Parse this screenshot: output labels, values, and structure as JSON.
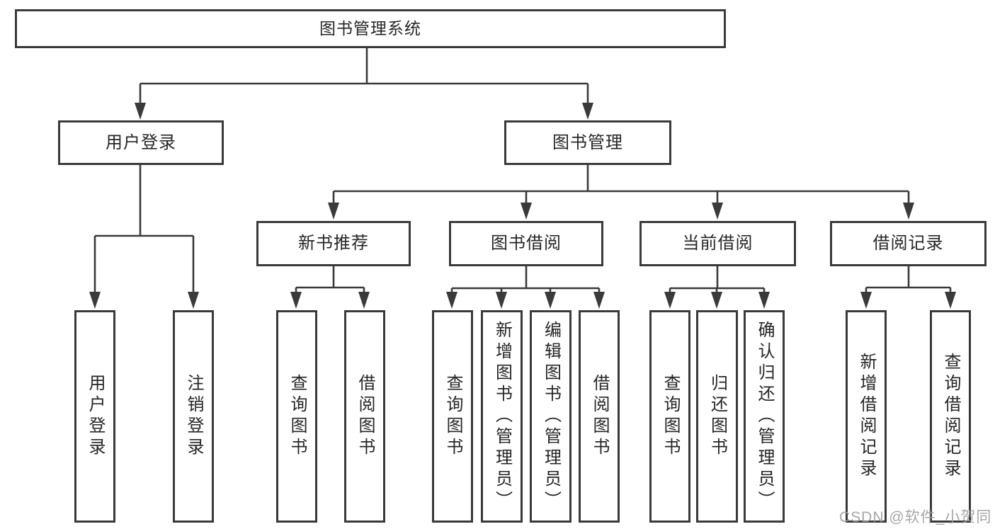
{
  "tree": {
    "root": {
      "label": "图书管理系统"
    },
    "branches": [
      {
        "label": "用户登录",
        "children": [
          {
            "label": "用户登录"
          },
          {
            "label": "注销登录"
          }
        ]
      },
      {
        "label": "图书管理",
        "children": [
          {
            "label": "新书推荐",
            "children": [
              {
                "label": "查询图书"
              },
              {
                "label": "借阅图书"
              }
            ]
          },
          {
            "label": "图书借阅",
            "children": [
              {
                "label": "查询图书"
              },
              {
                "label": "新增图书（管理员）"
              },
              {
                "label": "编辑图书（管理员）"
              },
              {
                "label": "借阅图书"
              }
            ]
          },
          {
            "label": "当前借阅",
            "children": [
              {
                "label": "查询图书"
              },
              {
                "label": "归还图书"
              },
              {
                "label": "确认归还（管理员）"
              }
            ]
          },
          {
            "label": "借阅记录",
            "children": [
              {
                "label": "新增借阅记录"
              },
              {
                "label": "查询借阅记录"
              }
            ]
          }
        ]
      }
    ]
  },
  "watermark": {
    "text": "CSDN @软件_小贺同学"
  },
  "colors": {
    "line": "#3a3a3a",
    "text": "#262626",
    "background": "#ffffff",
    "watermark": "#9e9e9e"
  }
}
